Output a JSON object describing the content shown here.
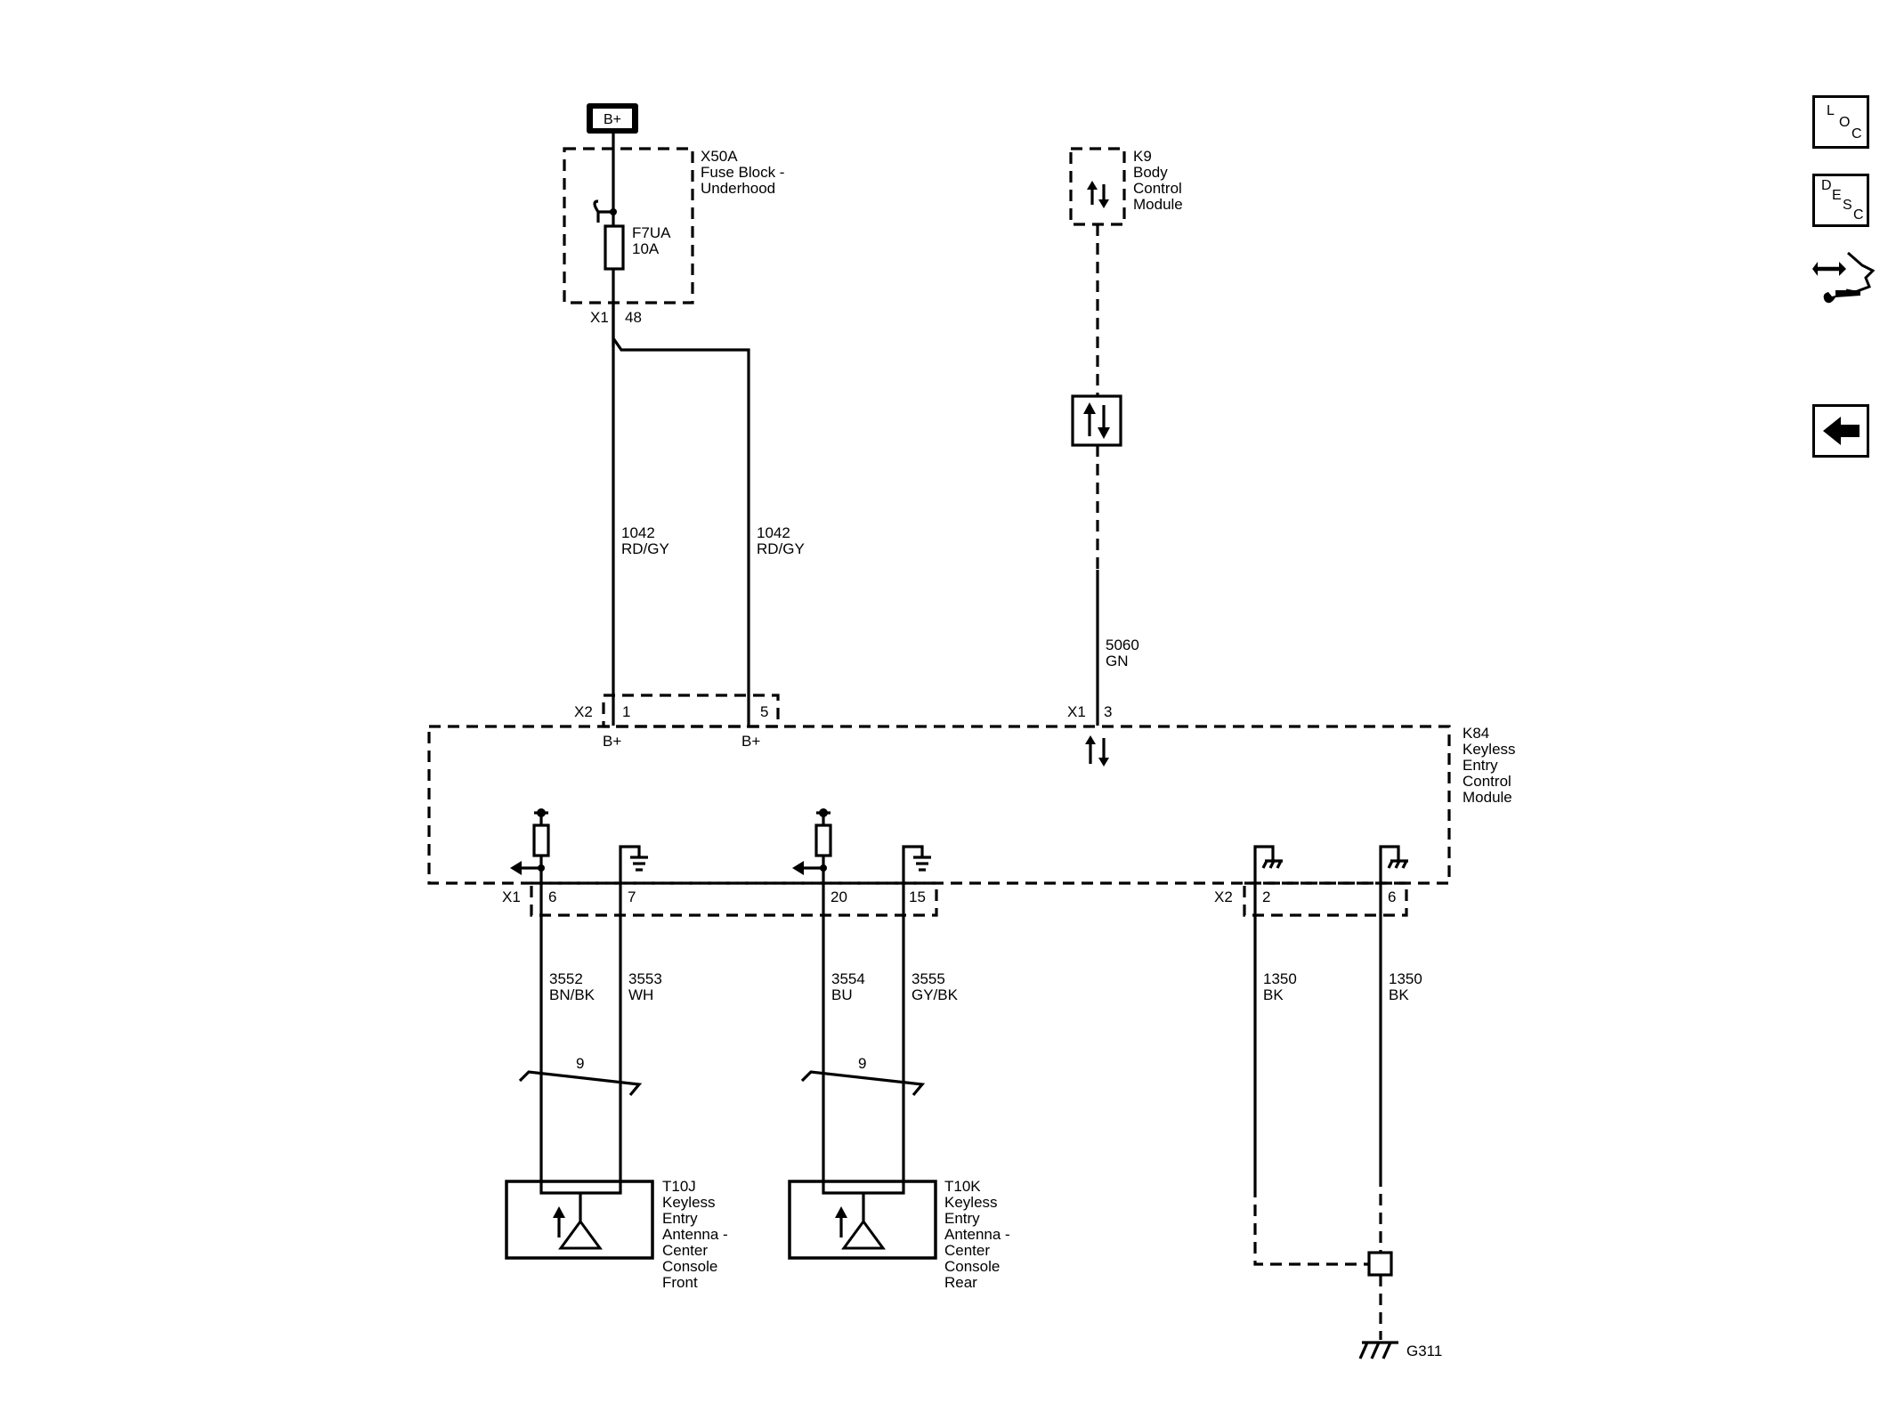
{
  "battery": {
    "label": "B+"
  },
  "fuse_block": {
    "id": "X50A",
    "name_line1": "Fuse Block -",
    "name_line2": "Underhood",
    "fuse_id": "F7UA",
    "fuse_rating": "10A",
    "connector": "X1",
    "pin": "48"
  },
  "bcm": {
    "id": "K9",
    "name_line1": "Body",
    "name_line2": "Control",
    "name_line3": "Module"
  },
  "wires": {
    "w1042_left": {
      "circuit": "1042",
      "color": "RD/GY"
    },
    "w1042_right": {
      "circuit": "1042",
      "color": "RD/GY"
    },
    "w5060": {
      "circuit": "5060",
      "color": "GN"
    },
    "w3552": {
      "circuit": "3552",
      "color": "BN/BK"
    },
    "w3553": {
      "circuit": "3553",
      "color": "WH"
    },
    "w3554": {
      "circuit": "3554",
      "color": "BU"
    },
    "w3555": {
      "circuit": "3555",
      "color": "GY/BK"
    },
    "w1350_a": {
      "circuit": "1350",
      "color": "BK"
    },
    "w1350_b": {
      "circuit": "1350",
      "color": "BK"
    }
  },
  "kecm": {
    "id": "K84",
    "name_line1": "Keyless",
    "name_line2": "Entry",
    "name_line3": "Control",
    "name_line4": "Module",
    "top_x2": {
      "connector": "X2",
      "pin_a": "1",
      "pin_b": "5",
      "label_a": "B+",
      "label_b": "B+"
    },
    "top_x1": {
      "connector": "X1",
      "pin": "3"
    },
    "bottom_x1": {
      "connector": "X1",
      "pins": [
        "6",
        "7",
        "20",
        "15"
      ]
    },
    "bottom_x2": {
      "connector": "X2",
      "pins": [
        "2",
        "6"
      ]
    }
  },
  "twist": {
    "left": "9",
    "right": "9"
  },
  "antenna_front": {
    "id": "T10J",
    "lines": [
      "Keyless",
      "Entry",
      "Antenna -",
      "Center",
      "Console",
      "Front"
    ]
  },
  "antenna_rear": {
    "id": "T10K",
    "lines": [
      "Keyless",
      "Entry",
      "Antenna -",
      "Center",
      "Console",
      "Rear"
    ]
  },
  "ground": {
    "id": "G311"
  },
  "nav": {
    "loc": {
      "l1": "L",
      "l2": "O",
      "l3": "C"
    },
    "desc": {
      "l1": "D",
      "l2": "E",
      "l3": "S",
      "l4": "C"
    },
    "diag_icon": "connector-wrench-icon",
    "back_icon": "arrow-left-icon"
  }
}
